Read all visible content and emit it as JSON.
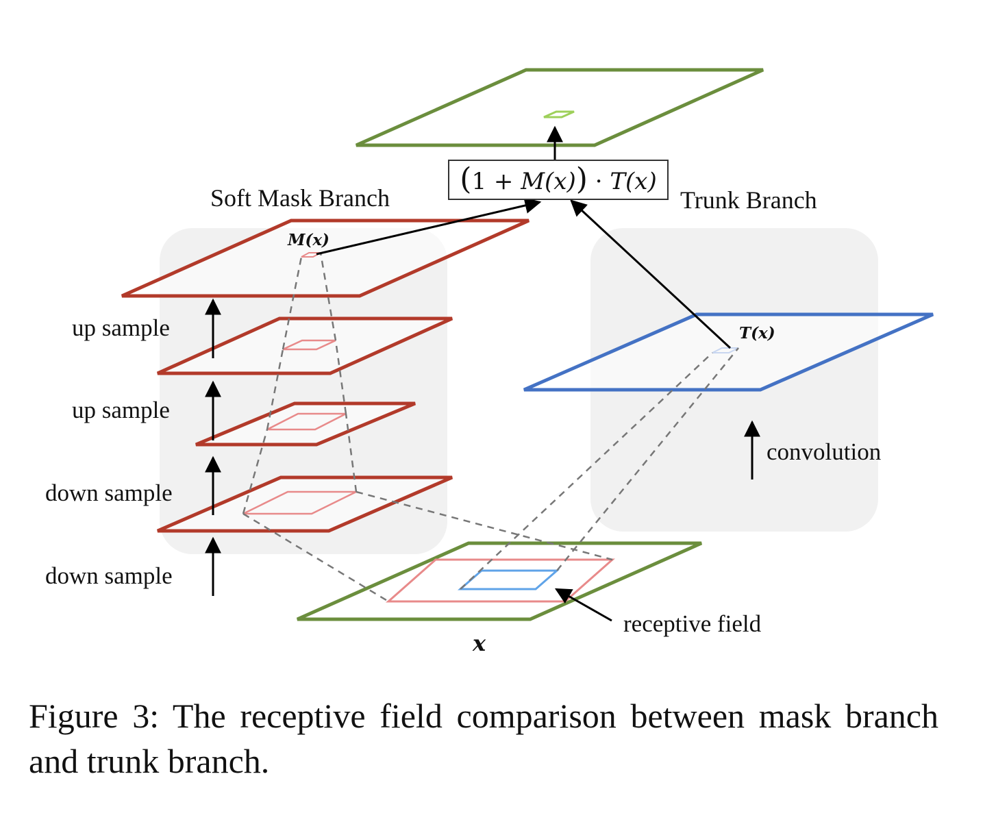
{
  "labels": {
    "soft_mask_branch": "Soft Mask Branch",
    "trunk_branch": "Trunk Branch",
    "up_sample_1": "up sample",
    "up_sample_2": "up sample",
    "down_sample_1": "down sample",
    "down_sample_2": "down sample",
    "convolution": "convolution",
    "receptive_field": "receptive field",
    "input_x": "x",
    "mask_output": "M(x)",
    "trunk_output": "T(x)"
  },
  "formula": {
    "open_paren": "(",
    "one_plus": "1 + ",
    "m_of_x": "M(x)",
    "close_paren": ")",
    "dot": " · ",
    "t_of_x": "T(x)"
  },
  "caption": "Figure 3:  The receptive field comparison between mask branch and trunk branch.",
  "colors": {
    "mask_red": "#b23a2a",
    "receptive_red": "#e88a8a",
    "trunk_blue": "#4472c4",
    "receptive_blue": "#5fa3e8",
    "green": "#6b8e3d",
    "light_green": "#9ed05a",
    "panel_gray": "#f1f1f1",
    "dashed_gray": "#777777"
  }
}
